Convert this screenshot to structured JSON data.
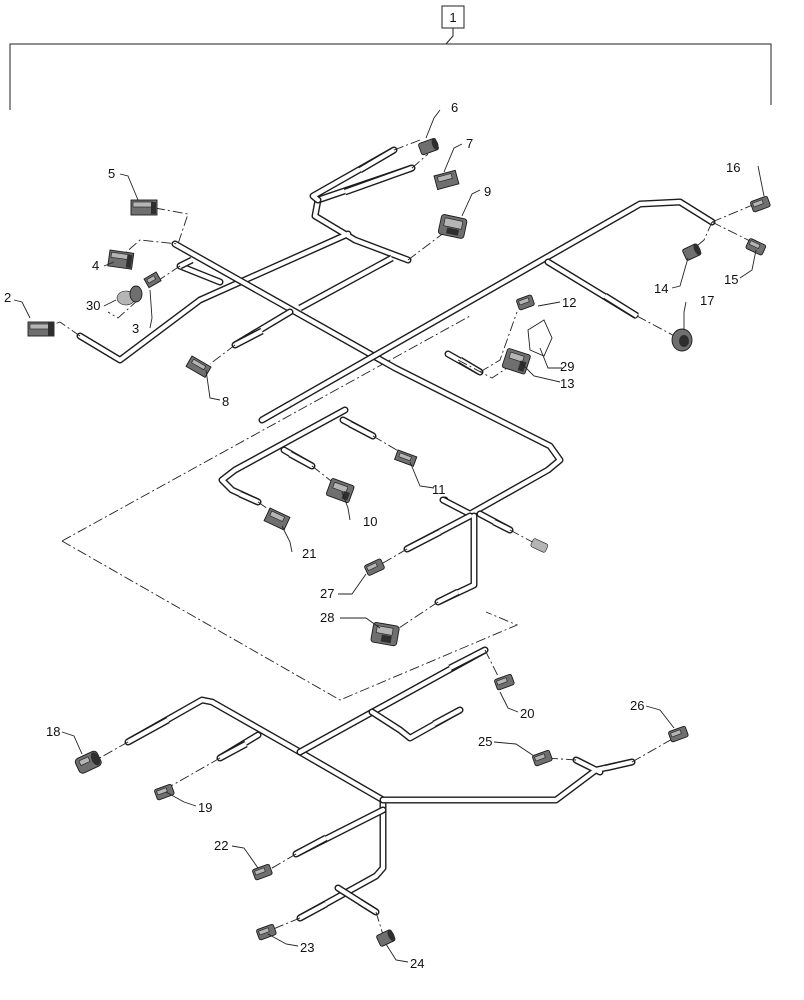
{
  "assembly_item": "1",
  "callouts": {
    "c2": "2",
    "c3": "3",
    "c4": "4",
    "c5": "5",
    "c6": "6",
    "c7": "7",
    "c8": "8",
    "c9": "9",
    "c10": "10",
    "c11": "11",
    "c12": "12",
    "c13": "13",
    "c14": "14",
    "c15": "15",
    "c16": "16",
    "c17": "17",
    "c18": "18",
    "c19": "19",
    "c20": "20",
    "c21": "21",
    "c22": "22",
    "c23": "23",
    "c24": "24",
    "c25": "25",
    "c26": "26",
    "c27": "27",
    "c28": "28",
    "c29": "29",
    "c30": "30"
  }
}
